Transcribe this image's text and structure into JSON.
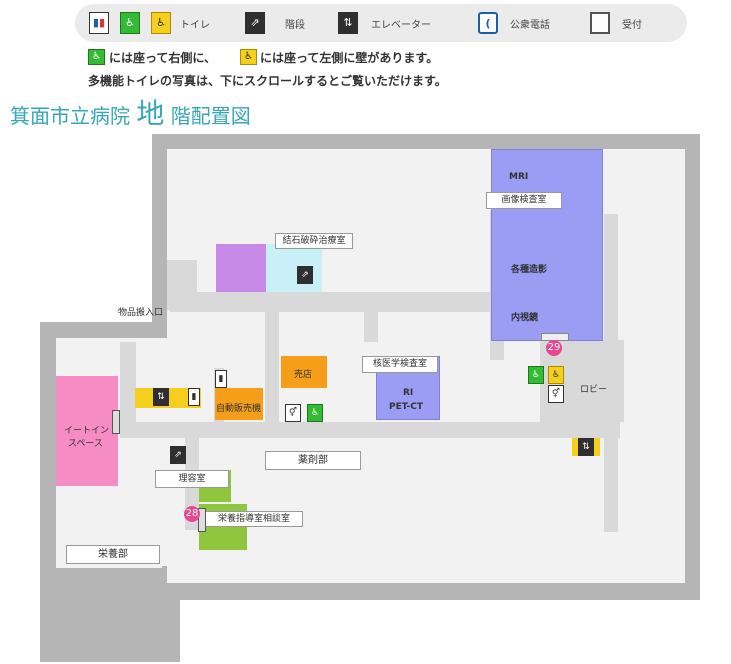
{
  "legend": {
    "toilet_label": "トイレ",
    "stairs_label": "階段",
    "elevator_label": "エレベーター",
    "phone_label": "公衆電話",
    "reception_label": "受付"
  },
  "note_line1": "には座って右側に、",
  "note_line1b": "には座って左側に壁があります。",
  "note_line2": "多機能トイレの写真は、下にスクロールするとご覧いただけます。",
  "title": {
    "prefix": "箕面市立病院",
    "floor": "地",
    "suffix": "階配置図"
  },
  "rooms": {
    "mri": "MRI",
    "imaging": "画像検査室",
    "contrast": "各種造影",
    "endoscope": "内視鏡",
    "lithotripsy": "結石破砕治療室",
    "goods_entrance": "物品搬入口",
    "nuclear": "核医学検査室",
    "ri": "RI",
    "petct": "PET-CT",
    "shop": "売店",
    "vending": "自動販売機",
    "lobby": "ロビー",
    "eatin_1": "イートイン",
    "eatin_2": "スペース",
    "pharmacy": "薬剤部",
    "barber": "理容室",
    "nutrition_room": "栄養指導室相談室",
    "nutrition_dept": "栄養部",
    "num_29": "29",
    "num_28": "28"
  },
  "colors": {
    "accent": "#37a7b7",
    "imaging": "#9b9cf3",
    "lithotripsy": "#c9f0f6",
    "purple_room": "#c78ae6",
    "shop": "#f59e1a",
    "eatin": "#f58cc4",
    "nutrition": "#8fc63d",
    "badge": "#e8468f"
  }
}
